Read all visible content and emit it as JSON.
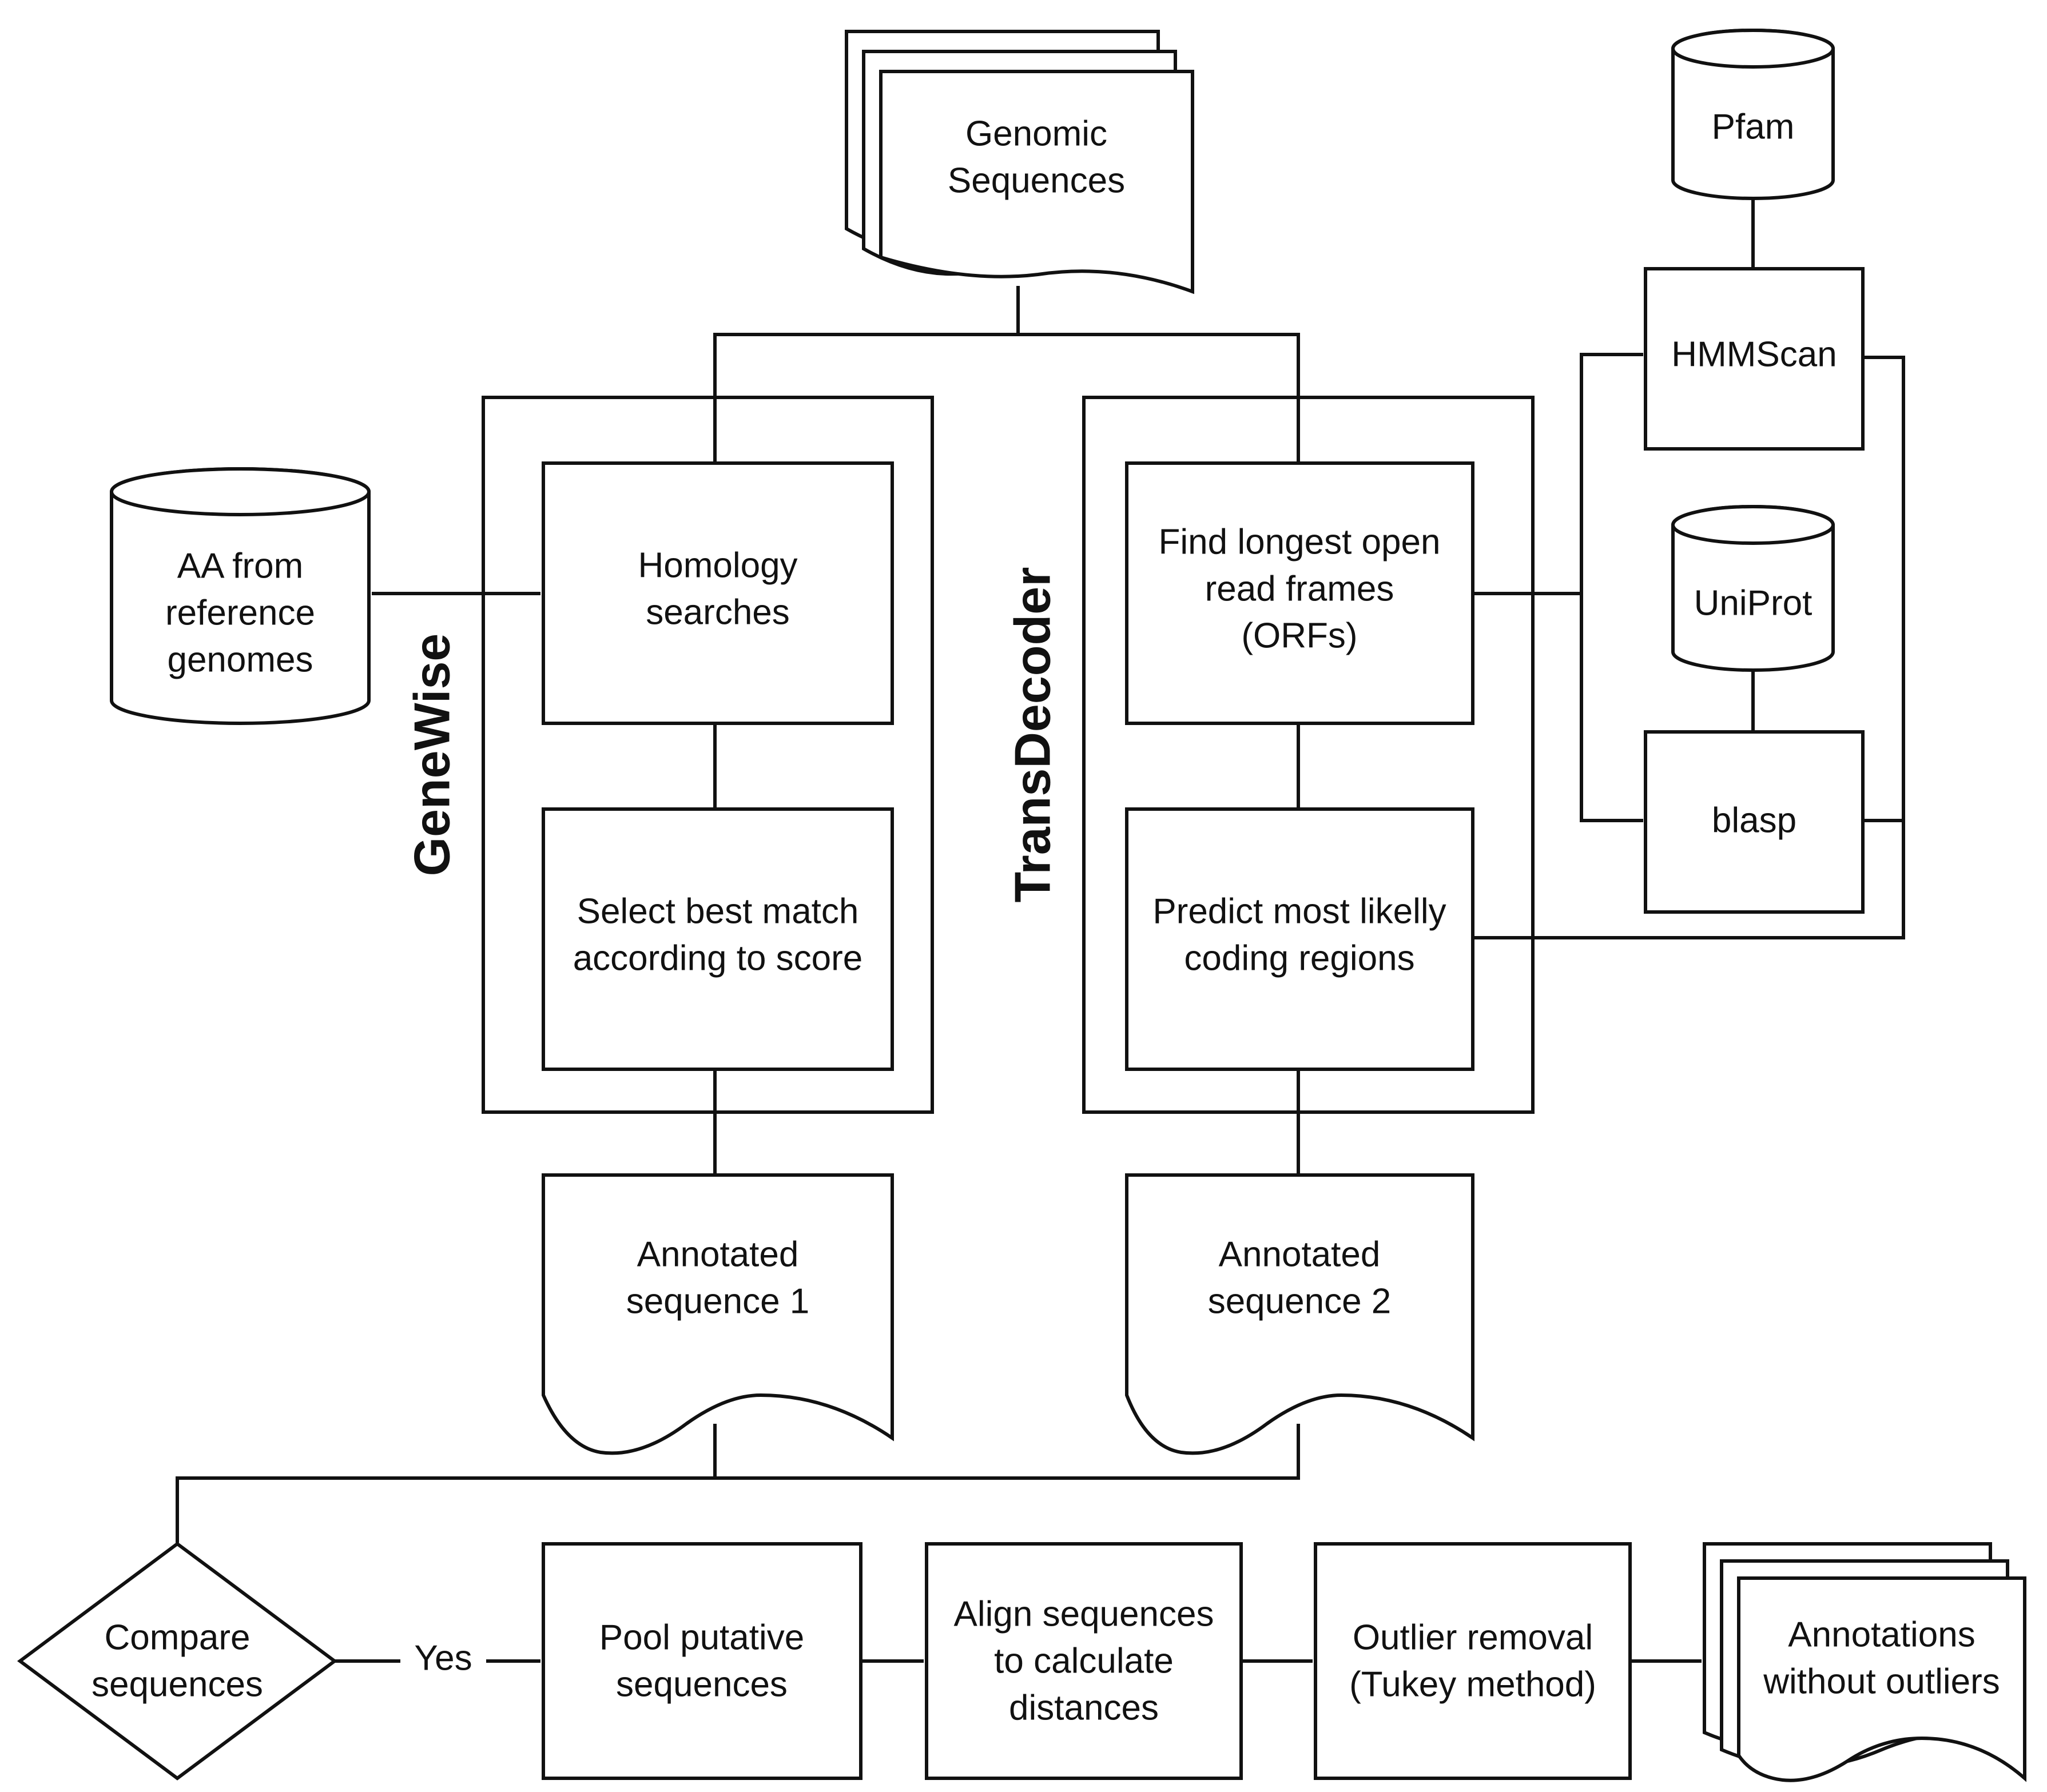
{
  "nodes": {
    "genomic_sequences": "Genomic\nSequences",
    "pfam": "Pfam",
    "hmmscan": "HMMScan",
    "uniprot": "UniProt",
    "blasp": "blasp",
    "aa_reference": "AA from\nreference\ngenomes",
    "homology_searches": "Homology\nsearches",
    "select_best_match": "Select best match\naccording to score",
    "find_orfs": "Find longest open\nread frames\n(ORFs)",
    "predict_coding": "Predict most likelly\ncoding regions",
    "annotated_seq_1": "Annotated\nsequence 1",
    "annotated_seq_2": "Annotated\nsequence 2",
    "compare_sequences": "Compare\nsequences",
    "pool_putative": "Pool putative\nsequences",
    "align_sequences": "Align sequences\nto calculate\ndistances",
    "outlier_removal": "Outlier removal\n(Tukey method)",
    "annotations_without_outliers": "Annotations\nwithout outliers"
  },
  "groups": {
    "genewise": "GeneWise",
    "transdecoder": "TransDecoder"
  },
  "edges": {
    "yes": "Yes"
  }
}
